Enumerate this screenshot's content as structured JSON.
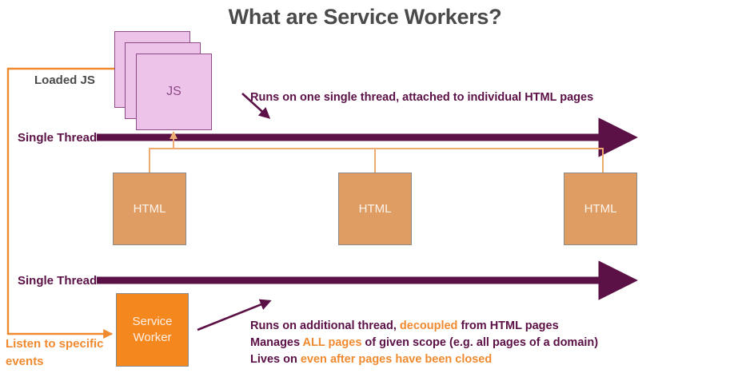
{
  "page": {
    "title": "What are Service Workers?",
    "background": "#ffffff"
  },
  "colors": {
    "title_gray": "#4a4a4a",
    "thread_purple": "#5b1046",
    "accent_orange": "#f08a30",
    "js_card_fill": "#eec3ea",
    "js_card_border": "#8d4a86",
    "html_box_fill": "#df9c63",
    "service_worker_fill": "#f5871f",
    "connector_orange": "#eeab72"
  },
  "diagram": {
    "loaded_js_label": "Loaded JS",
    "js_cards": [
      {
        "label": ""
      },
      {
        "label": ""
      },
      {
        "label": "JS"
      }
    ],
    "top_thread_label": "Single Thread",
    "top_annotation": "Runs on one single thread, attached to individual HTML pages",
    "html_boxes": [
      {
        "label": "HTML"
      },
      {
        "label": "HTML"
      },
      {
        "label": "HTML"
      }
    ],
    "bottom_thread_label": "Single Thread",
    "service_worker": {
      "line1": "Service",
      "line2": "Worker"
    },
    "listen_label": "Listen to specific events",
    "bullets": [
      {
        "parts": [
          {
            "text": "Runs on additional thread, ",
            "highlight": false
          },
          {
            "text": "decoupled",
            "highlight": true
          },
          {
            "text": " from HTML pages",
            "highlight": false
          }
        ]
      },
      {
        "parts": [
          {
            "text": "Manages ",
            "highlight": false
          },
          {
            "text": "ALL pages",
            "highlight": true
          },
          {
            "text": " of given scope (e.g. all pages of a domain)",
            "highlight": false
          }
        ]
      },
      {
        "parts": [
          {
            "text": "Lives on ",
            "highlight": false
          },
          {
            "text": "even after pages have been closed",
            "highlight": true
          }
        ]
      }
    ]
  }
}
